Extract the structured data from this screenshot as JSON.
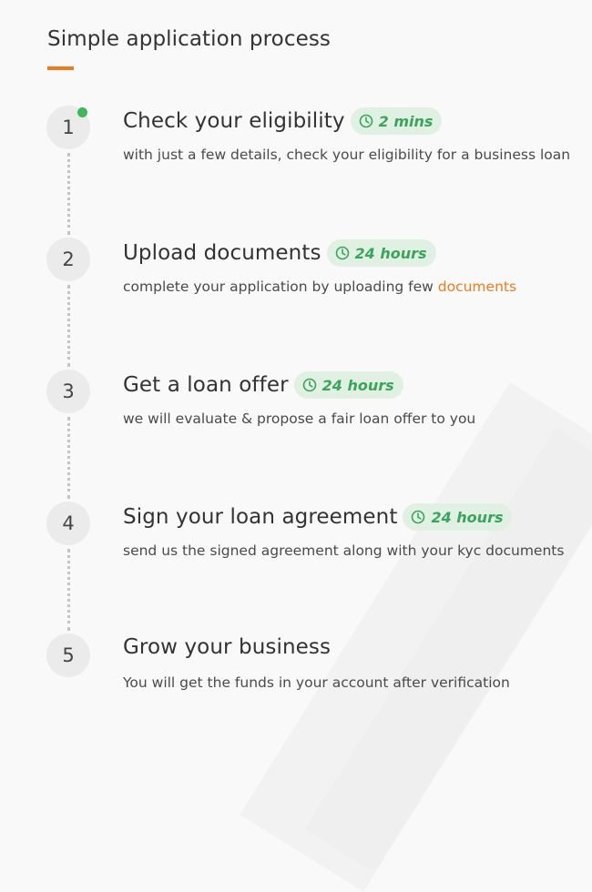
{
  "section": {
    "title": "Simple application process"
  },
  "colors": {
    "accent": "#f07b1f",
    "badge_text": "#3aa45a",
    "badge_bg": "#e0f1e3",
    "active_dot": "#3db85b"
  },
  "steps": [
    {
      "number": "1",
      "title": "Check your eligibility",
      "time": "2 mins",
      "time_icon": "clock-icon",
      "description": "with just a few details, check your eligibility for a business loan",
      "active": true
    },
    {
      "number": "2",
      "title": "Upload documents",
      "time": "24 hours",
      "time_icon": "clock-icon",
      "description": "complete your application by uploading few ",
      "link": "documents"
    },
    {
      "number": "3",
      "title": "Get a loan offer",
      "time": "24 hours",
      "time_icon": "clock-icon",
      "description": "we will evaluate & propose a fair loan offer to you"
    },
    {
      "number": "4",
      "title": "Sign your loan agreement",
      "time": "24 hours",
      "time_icon": "clock-icon",
      "description": "send us the signed agreement along with your kyc documents"
    },
    {
      "number": "5",
      "title": "Grow your business",
      "description": "You will get the funds in your account after verification"
    }
  ]
}
